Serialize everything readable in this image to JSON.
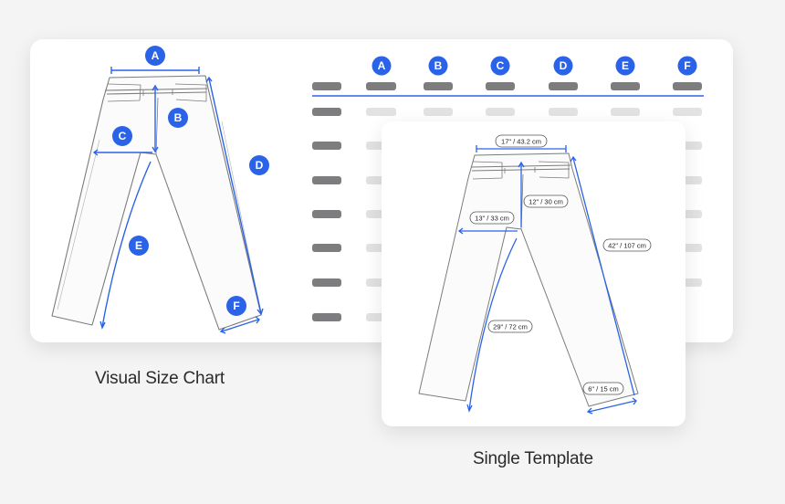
{
  "captions": {
    "visual": "Visual Size Chart",
    "template": "Single Template"
  },
  "badges": {
    "a": "A",
    "b": "B",
    "c": "C",
    "d": "D",
    "e": "E",
    "f": "F"
  },
  "table": {
    "column_headers": [
      "A",
      "B",
      "C",
      "D",
      "E",
      "F"
    ],
    "row_count": 7
  },
  "measurements": {
    "waist": "17\" / 43.2 cm",
    "rise": "12\" / 30 cm",
    "hip": "13\" / 33 cm",
    "outseam": "42\" / 107 cm",
    "inseam": "29\" / 72 cm",
    "hem": "6\" / 15 cm"
  },
  "colors": {
    "accent": "#2a63e8",
    "placeholder_dark": "#7d7d7f",
    "placeholder_light": "#e2e2e3",
    "background": "#f4f4f5"
  }
}
